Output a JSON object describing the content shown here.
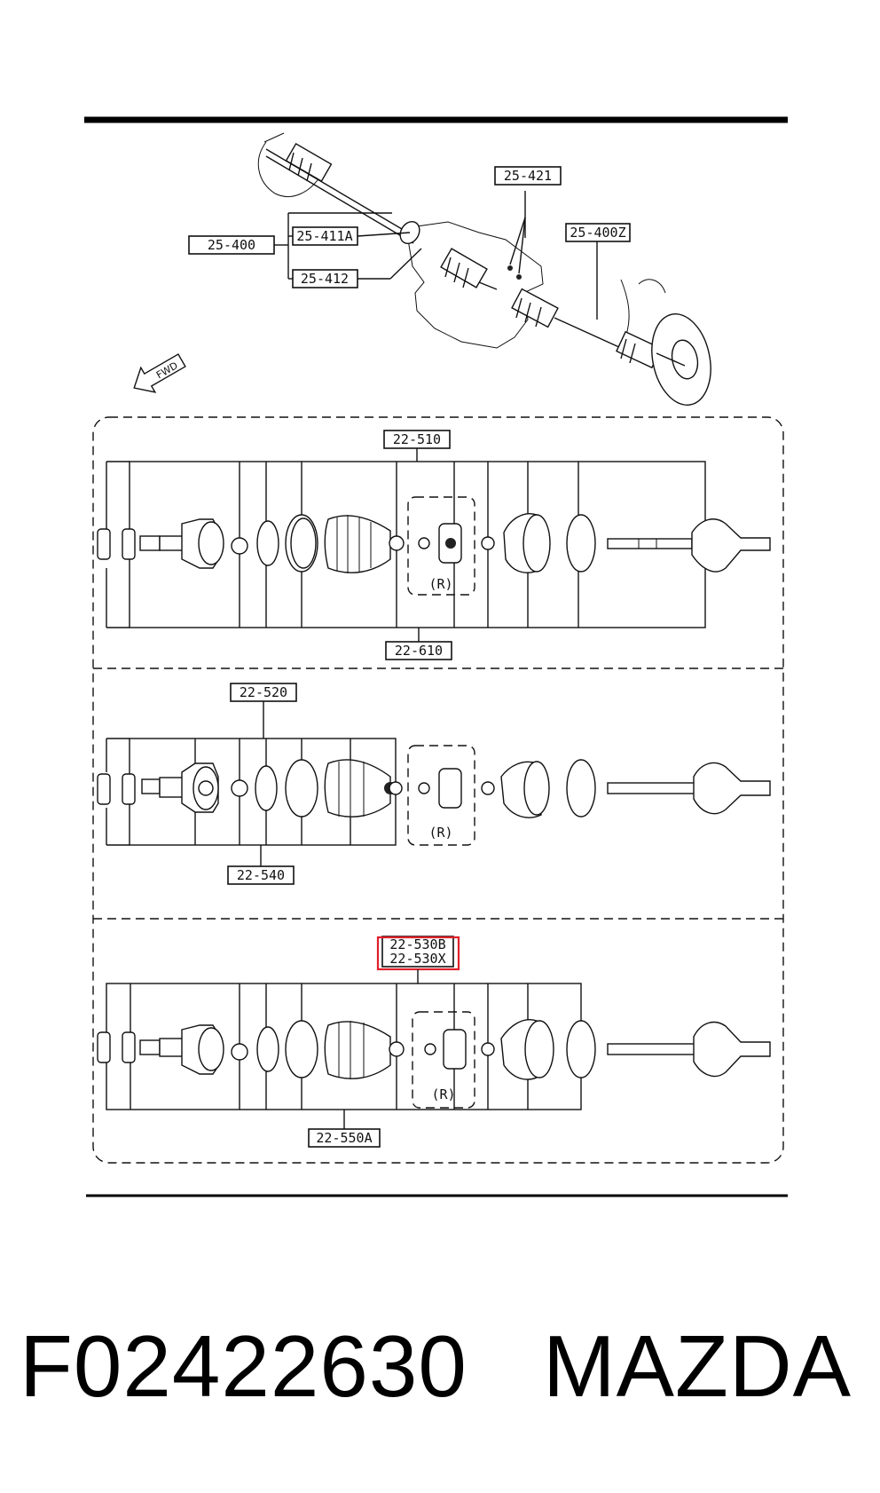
{
  "overview": {
    "labels": [
      "25-421",
      "25-400Z",
      "25-400",
      "25-411A",
      "25-412"
    ],
    "fwd": "FWD"
  },
  "section_1": {
    "top_label": "22-510",
    "bottom_label": "22-610",
    "r_label": "(R)"
  },
  "section_2": {
    "top_label": "22-520",
    "bottom_label": "22-540",
    "r_label": "(R)"
  },
  "section_3": {
    "top_label_1": "22-530B",
    "top_label_2": "22-530X",
    "bottom_label": "22-550A",
    "r_label": "(R)",
    "highlight_color": "#e0202a"
  },
  "footer": {
    "part_number": "F02422630",
    "brand": "MAZDA"
  }
}
